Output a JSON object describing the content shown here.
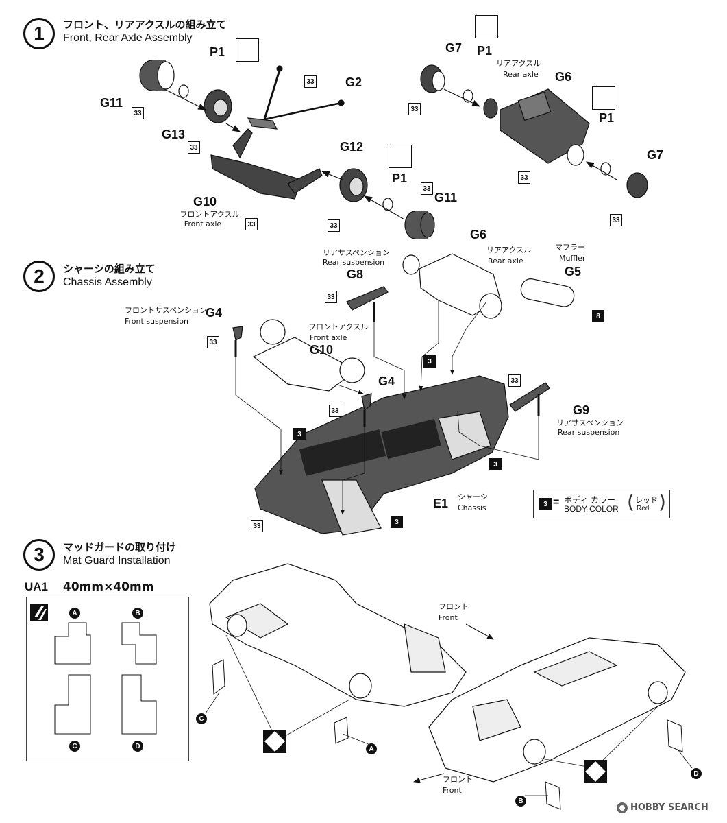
{
  "steps": [
    {
      "number": "1",
      "title_jp": "フロント、リアアクスルの組み立て",
      "title_en": "Front, Rear Axle Assembly"
    },
    {
      "number": "2",
      "title_jp": "シャーシの組み立て",
      "title_en": "Chassis Assembly"
    },
    {
      "number": "3",
      "title_jp": "マッドガードの取り付け",
      "title_en": "Mat Guard Installation"
    }
  ],
  "parts": {
    "P1": "P1",
    "G11": "G11",
    "G13": "G13",
    "G2": "G2",
    "G10": "G10",
    "G12": "G12",
    "G7": "G7",
    "G6": "G6",
    "G8": "G8",
    "G4": "G4",
    "G5": "G5",
    "G9": "G9",
    "E1": "E1"
  },
  "labels": {
    "front_axle_jp": "フロントアクスル",
    "front_axle_en": "Front axle",
    "rear_axle_jp": "リアアクスル",
    "rear_axle_en": "Rear axle",
    "rear_susp_jp": "リアサスペンション",
    "rear_susp_en": "Rear suspension",
    "front_susp_jp": "フロントサスペンション",
    "front_susp_en": "Front suspension",
    "muffler_jp": "マフラー",
    "muffler_en": "Muffler",
    "chassis_jp": "シャーシ",
    "chassis_en": "Chassis",
    "front_jp": "フロント",
    "front_en": "Front"
  },
  "paint_codes": {
    "c33": "33",
    "c3": "3",
    "c8": "8"
  },
  "legend": {
    "code": "3",
    "equals": "=",
    "jp": "ボディ カラー",
    "en": "BODY COLOR",
    "paren_jp": "レッド",
    "paren_en": "Red"
  },
  "decal": {
    "sheet": "UA1",
    "size": "40mm×40mm",
    "pieces": [
      "A",
      "B",
      "C",
      "D"
    ]
  },
  "watermark": "HOBBY SEARCH",
  "colors": {
    "dark_part": "#3a3a3a",
    "line": "#111111",
    "dark_paint": "#111111"
  }
}
